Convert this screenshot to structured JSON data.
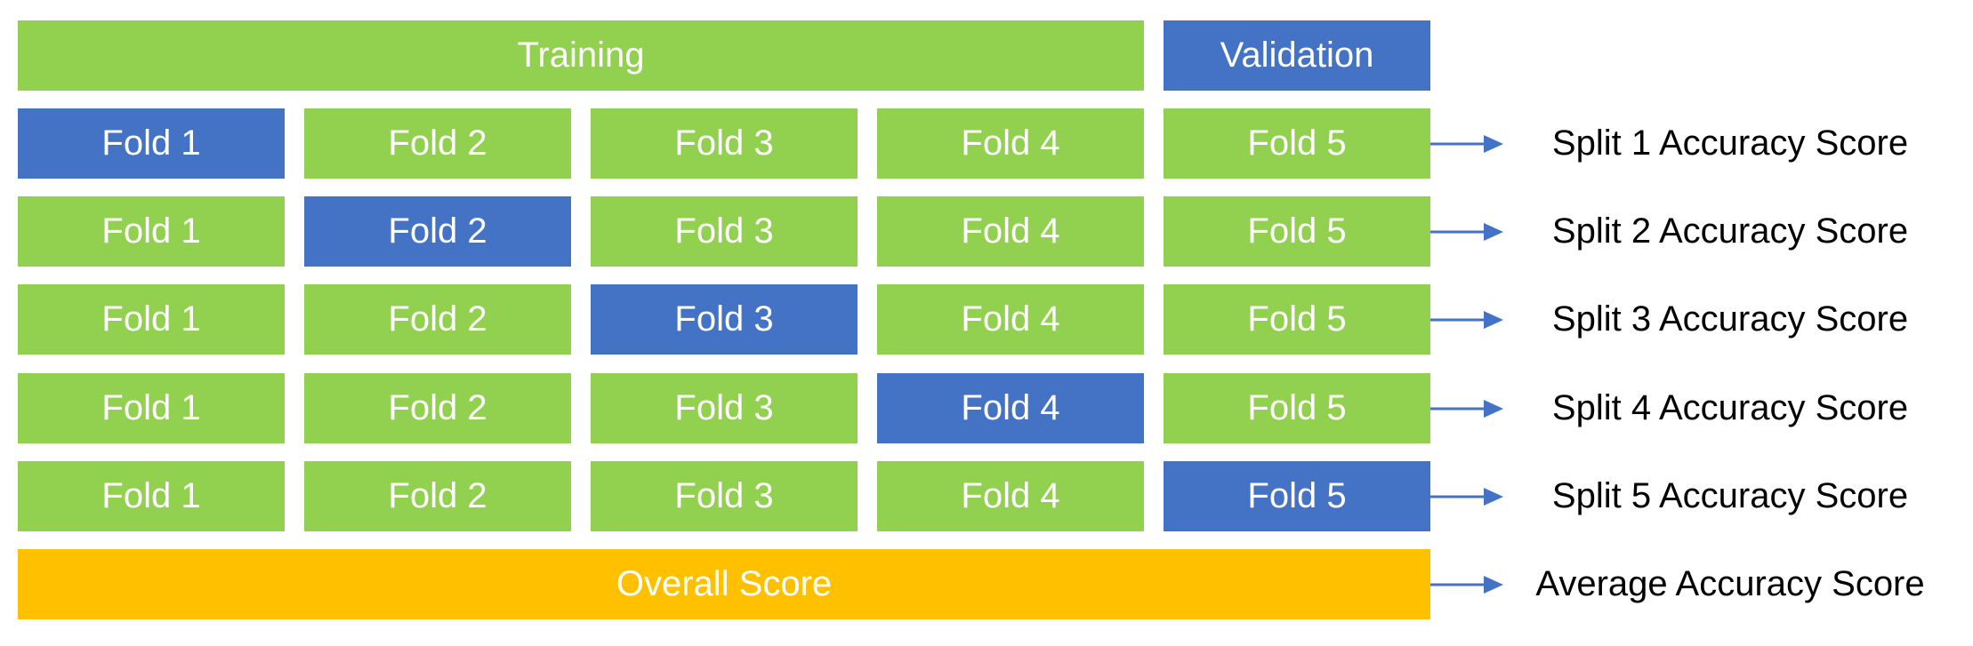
{
  "header": {
    "training_label": "Training",
    "validation_label": "Validation"
  },
  "colors": {
    "training": "#92D050",
    "validation": "#4472C4",
    "overall": "#FFC000",
    "arrow": "#4472C4"
  },
  "rows": [
    {
      "folds": [
        "Fold 1",
        "Fold 2",
        "Fold 3",
        "Fold 4",
        "Fold 5"
      ],
      "validation_fold": 1,
      "score": "Split 1 Accuracy Score"
    },
    {
      "folds": [
        "Fold 1",
        "Fold 2",
        "Fold 3",
        "Fold 4",
        "Fold 5"
      ],
      "validation_fold": 2,
      "score": "Split 2 Accuracy Score"
    },
    {
      "folds": [
        "Fold 1",
        "Fold 2",
        "Fold 3",
        "Fold 4",
        "Fold 5"
      ],
      "validation_fold": 3,
      "score": "Split 3 Accuracy Score"
    },
    {
      "folds": [
        "Fold 1",
        "Fold 2",
        "Fold 3",
        "Fold 4",
        "Fold 5"
      ],
      "validation_fold": 4,
      "score": "Split 4 Accuracy Score"
    },
    {
      "folds": [
        "Fold 1",
        "Fold 2",
        "Fold 3",
        "Fold 4",
        "Fold 5"
      ],
      "validation_fold": 5,
      "score": "Split 5 Accuracy Score"
    }
  ],
  "overall": {
    "label": "Overall Score",
    "score": "Average Accuracy Score"
  }
}
